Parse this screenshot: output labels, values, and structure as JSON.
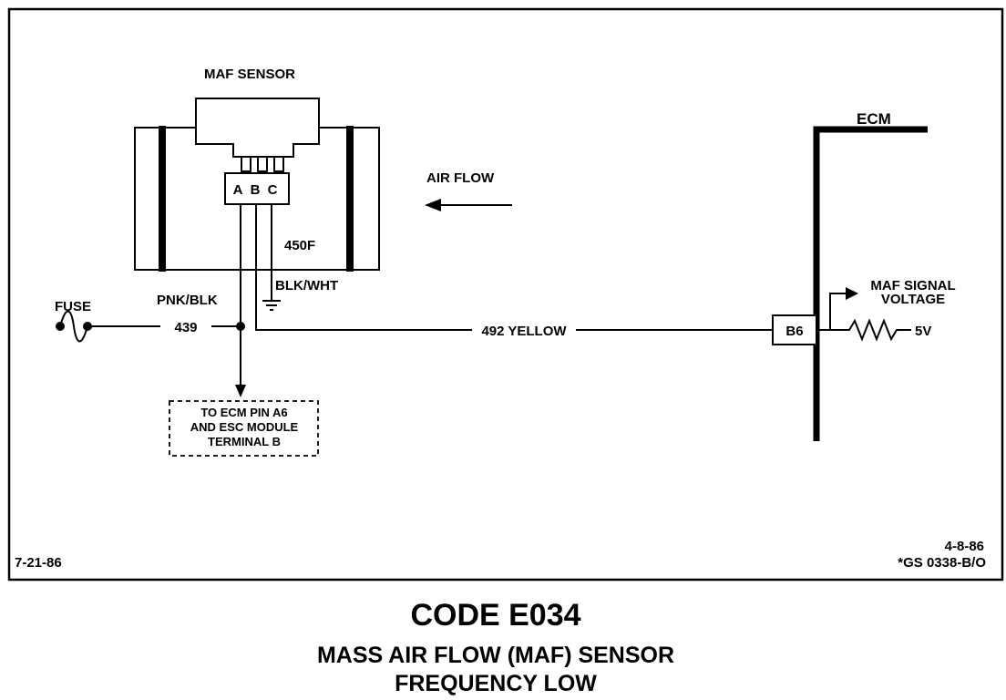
{
  "diagram": {
    "sensor_label": "MAF SENSOR",
    "pins": [
      "A",
      "B",
      "C"
    ],
    "wire_450f": "450F",
    "ground_wire": "BLK/WHT",
    "air_flow": "AIR FLOW",
    "ecm_label": "ECM",
    "fuse_label": "FUSE",
    "power_wire_color": "PNK/BLK",
    "power_wire_number": "439",
    "signal_wire": "492 YELLOW",
    "ecm_pin": "B6",
    "signal_out_line1": "MAF SIGNAL",
    "signal_out_line2": "VOLTAGE",
    "pullup_voltage": "5V",
    "note_lines": [
      "TO ECM PIN A6",
      "AND ESC MODULE",
      "TERMINAL B"
    ],
    "date_left": "7-21-86",
    "date_right": "4-8-86",
    "ref_code": "*GS 0338-B/O"
  },
  "caption": {
    "title": "CODE E034",
    "subtitle_line1": "MASS AIR FLOW (MAF) SENSOR",
    "subtitle_line2": "FREQUENCY LOW"
  },
  "colors": {
    "ink": "#000000",
    "paper": "#ffffff"
  }
}
